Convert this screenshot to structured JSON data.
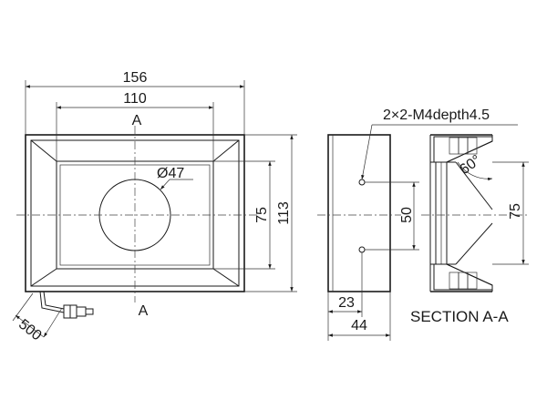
{
  "front_view": {
    "width_outer": "156",
    "width_inner": "110",
    "section_mark_top": "A",
    "section_mark_bottom": "A",
    "hole_diameter": "Ø47",
    "height_inner": "75",
    "height_outer": "113",
    "cable_length": "500"
  },
  "side_view": {
    "thread_note": "2×2-M4depth4.5",
    "hole_spacing": "50",
    "hole_offset": "23",
    "depth": "44"
  },
  "section_view": {
    "angle": "60°",
    "height": "75",
    "title": "SECTION A-A"
  }
}
